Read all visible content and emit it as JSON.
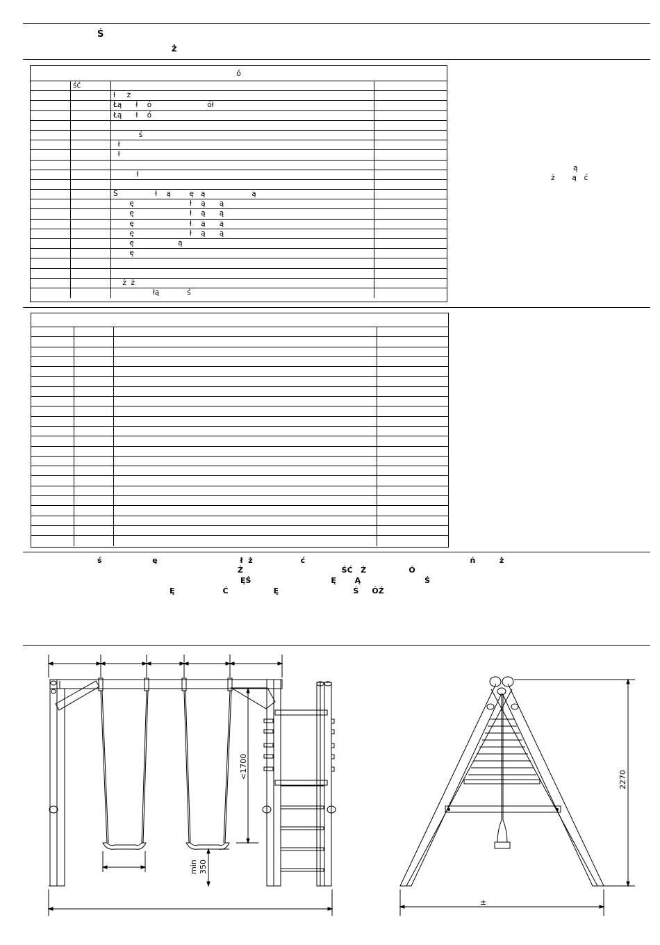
{
  "header": {
    "line1": "Ś",
    "line2": "ż"
  },
  "table1": {
    "title": "ó",
    "header_row": [
      "",
      "ść",
      "",
      ""
    ],
    "rows": [
      [
        "",
        "",
        "ł     ż",
        ""
      ],
      [
        "",
        "",
        "Łą      ł    ó                        ół",
        ""
      ],
      [
        "",
        "",
        "Łą      ł    ó",
        ""
      ],
      [
        "",
        "",
        "",
        ""
      ],
      [
        "",
        "",
        "           ś",
        ""
      ],
      [
        "",
        "",
        "  ł",
        ""
      ],
      [
        "",
        "",
        "  ł",
        ""
      ],
      [
        "",
        "",
        "",
        ""
      ],
      [
        "",
        "",
        "          ł",
        ""
      ],
      [
        "",
        "",
        "",
        ""
      ],
      [
        "",
        "",
        "Ś                ł    ą        ę   ą                    ą",
        ""
      ],
      [
        "",
        "",
        "       ę                        ł    ą      ą",
        ""
      ],
      [
        "",
        "",
        "       ę                        ł    ą      ą",
        ""
      ],
      [
        "",
        "",
        "       ę                        ł    ą      ą",
        ""
      ],
      [
        "",
        "",
        "       ę                        ł    ą      ą",
        ""
      ],
      [
        "",
        "",
        "       ę                   ą",
        ""
      ],
      [
        "",
        "",
        "       ę",
        ""
      ],
      [
        "",
        "",
        "",
        ""
      ],
      [
        "",
        "",
        "",
        ""
      ],
      [
        "",
        "",
        "    ż  ż",
        ""
      ],
      [
        "",
        "",
        "                 łą            ś",
        ""
      ]
    ]
  },
  "side_note": {
    "line1": "ą",
    "line2": "ż       ą   ć"
  },
  "table2": {
    "title": "",
    "row_count": 22
  },
  "warning": {
    "line1": "ś                   ę                               ł  ż                  ć                                                              ń         ż",
    "line2": "Ż                                     ŚĆ   Ż                Ó",
    "line3": "ĘŚ                              Ę       Ą                        Ś",
    "line4": "Ę                  Ć                 Ę                            Ś     ÓŹ"
  },
  "drawing": {
    "dim_height_label": "<1700",
    "dim_seat_min_label": "min",
    "dim_seat_value": "350",
    "dim_total_height": "2270",
    "dim_base_label": "±"
  }
}
